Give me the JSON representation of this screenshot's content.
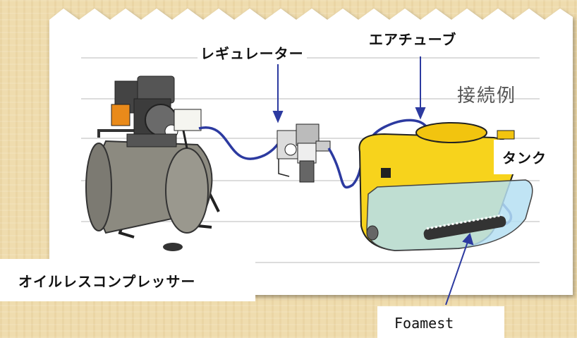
{
  "labels": {
    "regulator": "レギュレーター",
    "air_tube": "エアチューブ",
    "connection_example": "接続例",
    "tank": "タンク",
    "compressor": "オイルレスコンプレッサー",
    "foamest": "Foamest"
  },
  "colors": {
    "paper": "#ffffff",
    "background": "#efdcae",
    "tube": "#2c3aa0",
    "arrow": "#2c3aa0",
    "tank_yellow": "#f7d31c",
    "water": "#b5dff2",
    "compressor_tank": "#8c8a80"
  }
}
